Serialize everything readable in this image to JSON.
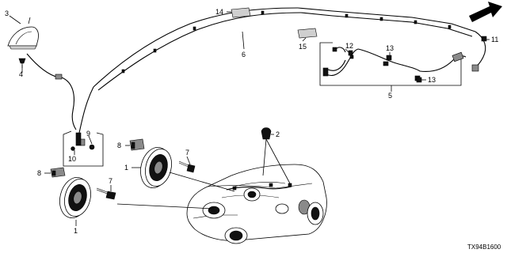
{
  "diagram_code": "TX94B1600",
  "direction_marker": "FR.",
  "callouts": {
    "c1a": "1",
    "c1b": "1",
    "c2": "2",
    "c3": "3",
    "c4": "4",
    "c5": "5",
    "c6": "6",
    "c7a": "7",
    "c7b": "7",
    "c8a": "8",
    "c8b": "8",
    "c9": "9",
    "c10": "10",
    "c11": "11",
    "c12": "12",
    "c13a": "13",
    "c13b": "13",
    "c14": "14",
    "c15": "15"
  }
}
